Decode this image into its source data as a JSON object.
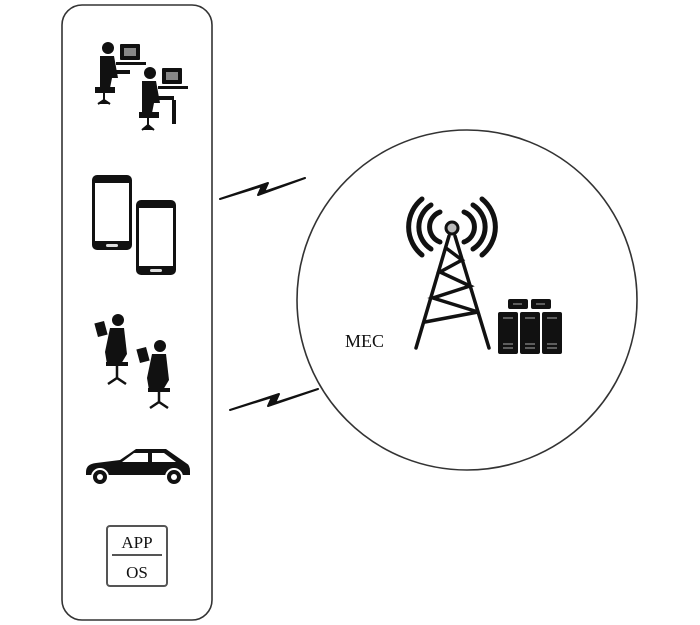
{
  "devices_panel": {
    "items": [
      "desktop-users",
      "smartphones",
      "tablet-users",
      "car"
    ],
    "stack_box": {
      "top_label": "APP",
      "bottom_label": "OS"
    }
  },
  "mec_node": {
    "label": "MEC"
  },
  "links": [
    "wireless-link-upper",
    "wireless-link-lower"
  ]
}
